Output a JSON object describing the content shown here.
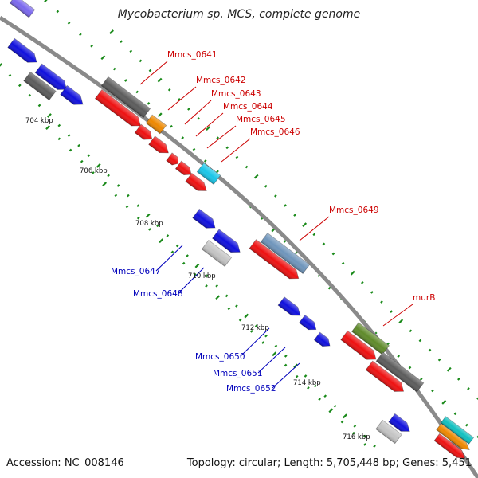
{
  "title": "Mycobacterium sp. MCS, complete genome",
  "footer": {
    "accession": "Accession: NC_008146",
    "summary": "Topology: circular; Length: 5,705,448 bp; Genes: 5,451"
  },
  "colors": {
    "backbone": "#8a8a8a",
    "tick_dots": "#1a8a1a",
    "forward_label": "#cc0000",
    "reverse_label": "#0000bb",
    "red": "#ee1111",
    "blue": "#1010dd",
    "dark_gray": "#5c5c5c",
    "light_gray": "#c4c4c4",
    "orange": "#ee8800",
    "cyan": "#18c6e8",
    "steel": "#6f95bb",
    "olive": "#5f8a2a",
    "teal": "#10c0c0",
    "purple": "#7b68ee"
  },
  "kbp_ticks": [
    "704 kbp",
    "706 kbp",
    "708 kbp",
    "710 kbp",
    "712 kbp",
    "714 kbp",
    "716 kbp"
  ],
  "gene_labels": {
    "forward": [
      "Mmcs_0641",
      "Mmcs_0642",
      "Mmcs_0643",
      "Mmcs_0644",
      "Mmcs_0645",
      "Mmcs_0646",
      "Mmcs_0649",
      "murB"
    ],
    "reverse": [
      "Mmcs_0647",
      "Mmcs_0648",
      "Mmcs_0650",
      "Mmcs_0651",
      "Mmcs_0652"
    ]
  }
}
